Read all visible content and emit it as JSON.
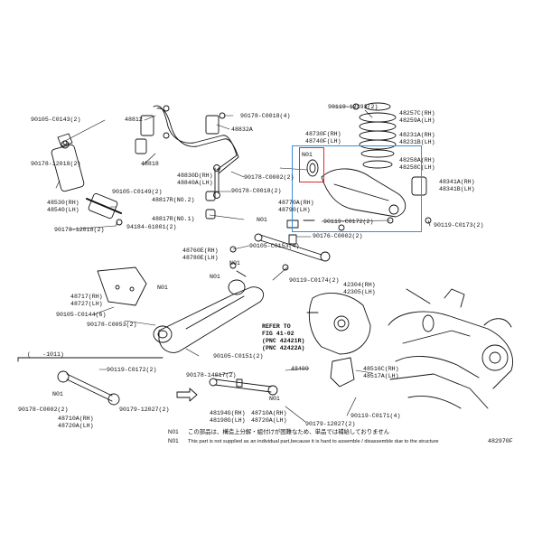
{
  "diagram": {
    "code": "482970F",
    "notes": [
      {
        "tag": "N01",
        "text": "この部品は、構造上分解・組付けが困難なため、単品では補給しておりません"
      },
      {
        "tag": "N01",
        "text": "This part is not supplied as an individual part,because it is hard to assemble / disassemble due to the structure"
      }
    ],
    "range_mark": "(　　-1011)",
    "ref_note": [
      "REFER TO",
      "FIG 41-02",
      "(PNC 42421R)",
      "(PNC 42422A)"
    ],
    "colors": {
      "highlight_red": "#e0282a",
      "highlight_blue": "#3a8fd6"
    },
    "labels": {
      "l01": "90105-C0143(2)",
      "l02": "48812",
      "l03": "90178-C0018(4)",
      "l04": "48832A",
      "l05": "90119-12393(2)",
      "l06": "48257C(RH)",
      "l07": "48259A(LH)",
      "l08": "48730F(RH)",
      "l09": "48740F(LH)",
      "l10": "48231A(RH)",
      "l11": "48231B(LH)",
      "l12": "N01",
      "l13": "48818",
      "l14": "90178-12018(2)",
      "l15": "48830D(RH)",
      "l16": "48840A(LH)",
      "l17": "90178-C0002(2)",
      "l18": "90178-C0018(2)",
      "l19": "48258A(RH)",
      "l20": "48258C(LH)",
      "l21": "48530(RH)",
      "l22": "48540(LH)",
      "l23": "90105-C0149(2)",
      "l24": "48817R(NO.2)",
      "l25": "48341A(RH)",
      "l26": "48341B(LH)",
      "l27": "48770A(RH)",
      "l28": "48790(LH)",
      "l29": "48817R(NO.1)",
      "l30": "94184-61001(2)",
      "l31": "N01",
      "l32": "90119-C0172(2)",
      "l33": "90119-C0173(2)",
      "l34": "90178-12018(2)",
      "l35": "90105-C0153(4)",
      "l36": "90176-C0002(2)",
      "l37": "48760E(RH)",
      "l38": "48780E(LH)",
      "l39": "N01",
      "l40": "N01",
      "l41": "90119-C0174(2)",
      "l42": "42304(RH)",
      "l43": "42305(LH)",
      "l44": "48717(RH)",
      "l45": "48727(LH)",
      "l46": "N01",
      "l47": "90105-C0144(6)",
      "l48": "90178-C0053(2)",
      "l49": "90105-C0151(2)",
      "l50": "90119-C0172(2)",
      "l51": "90178-14017(2)",
      "l52": "48409",
      "l53": "48516C(RH)",
      "l54": "48517A(LH)",
      "l55": "N01",
      "l56": "90178-C0002(2)",
      "l57": "48710A(RH)",
      "l58": "48720A(LH)",
      "l59": "90179-12027(2)",
      "l60": "48194G(RH)",
      "l61": "48198G(LH)",
      "l62": "48710A(RH)",
      "l63": "48720A(LH)",
      "l64": "90119-C0171(4)",
      "l65": "90179-12027(2)",
      "l66": "N01"
    }
  }
}
